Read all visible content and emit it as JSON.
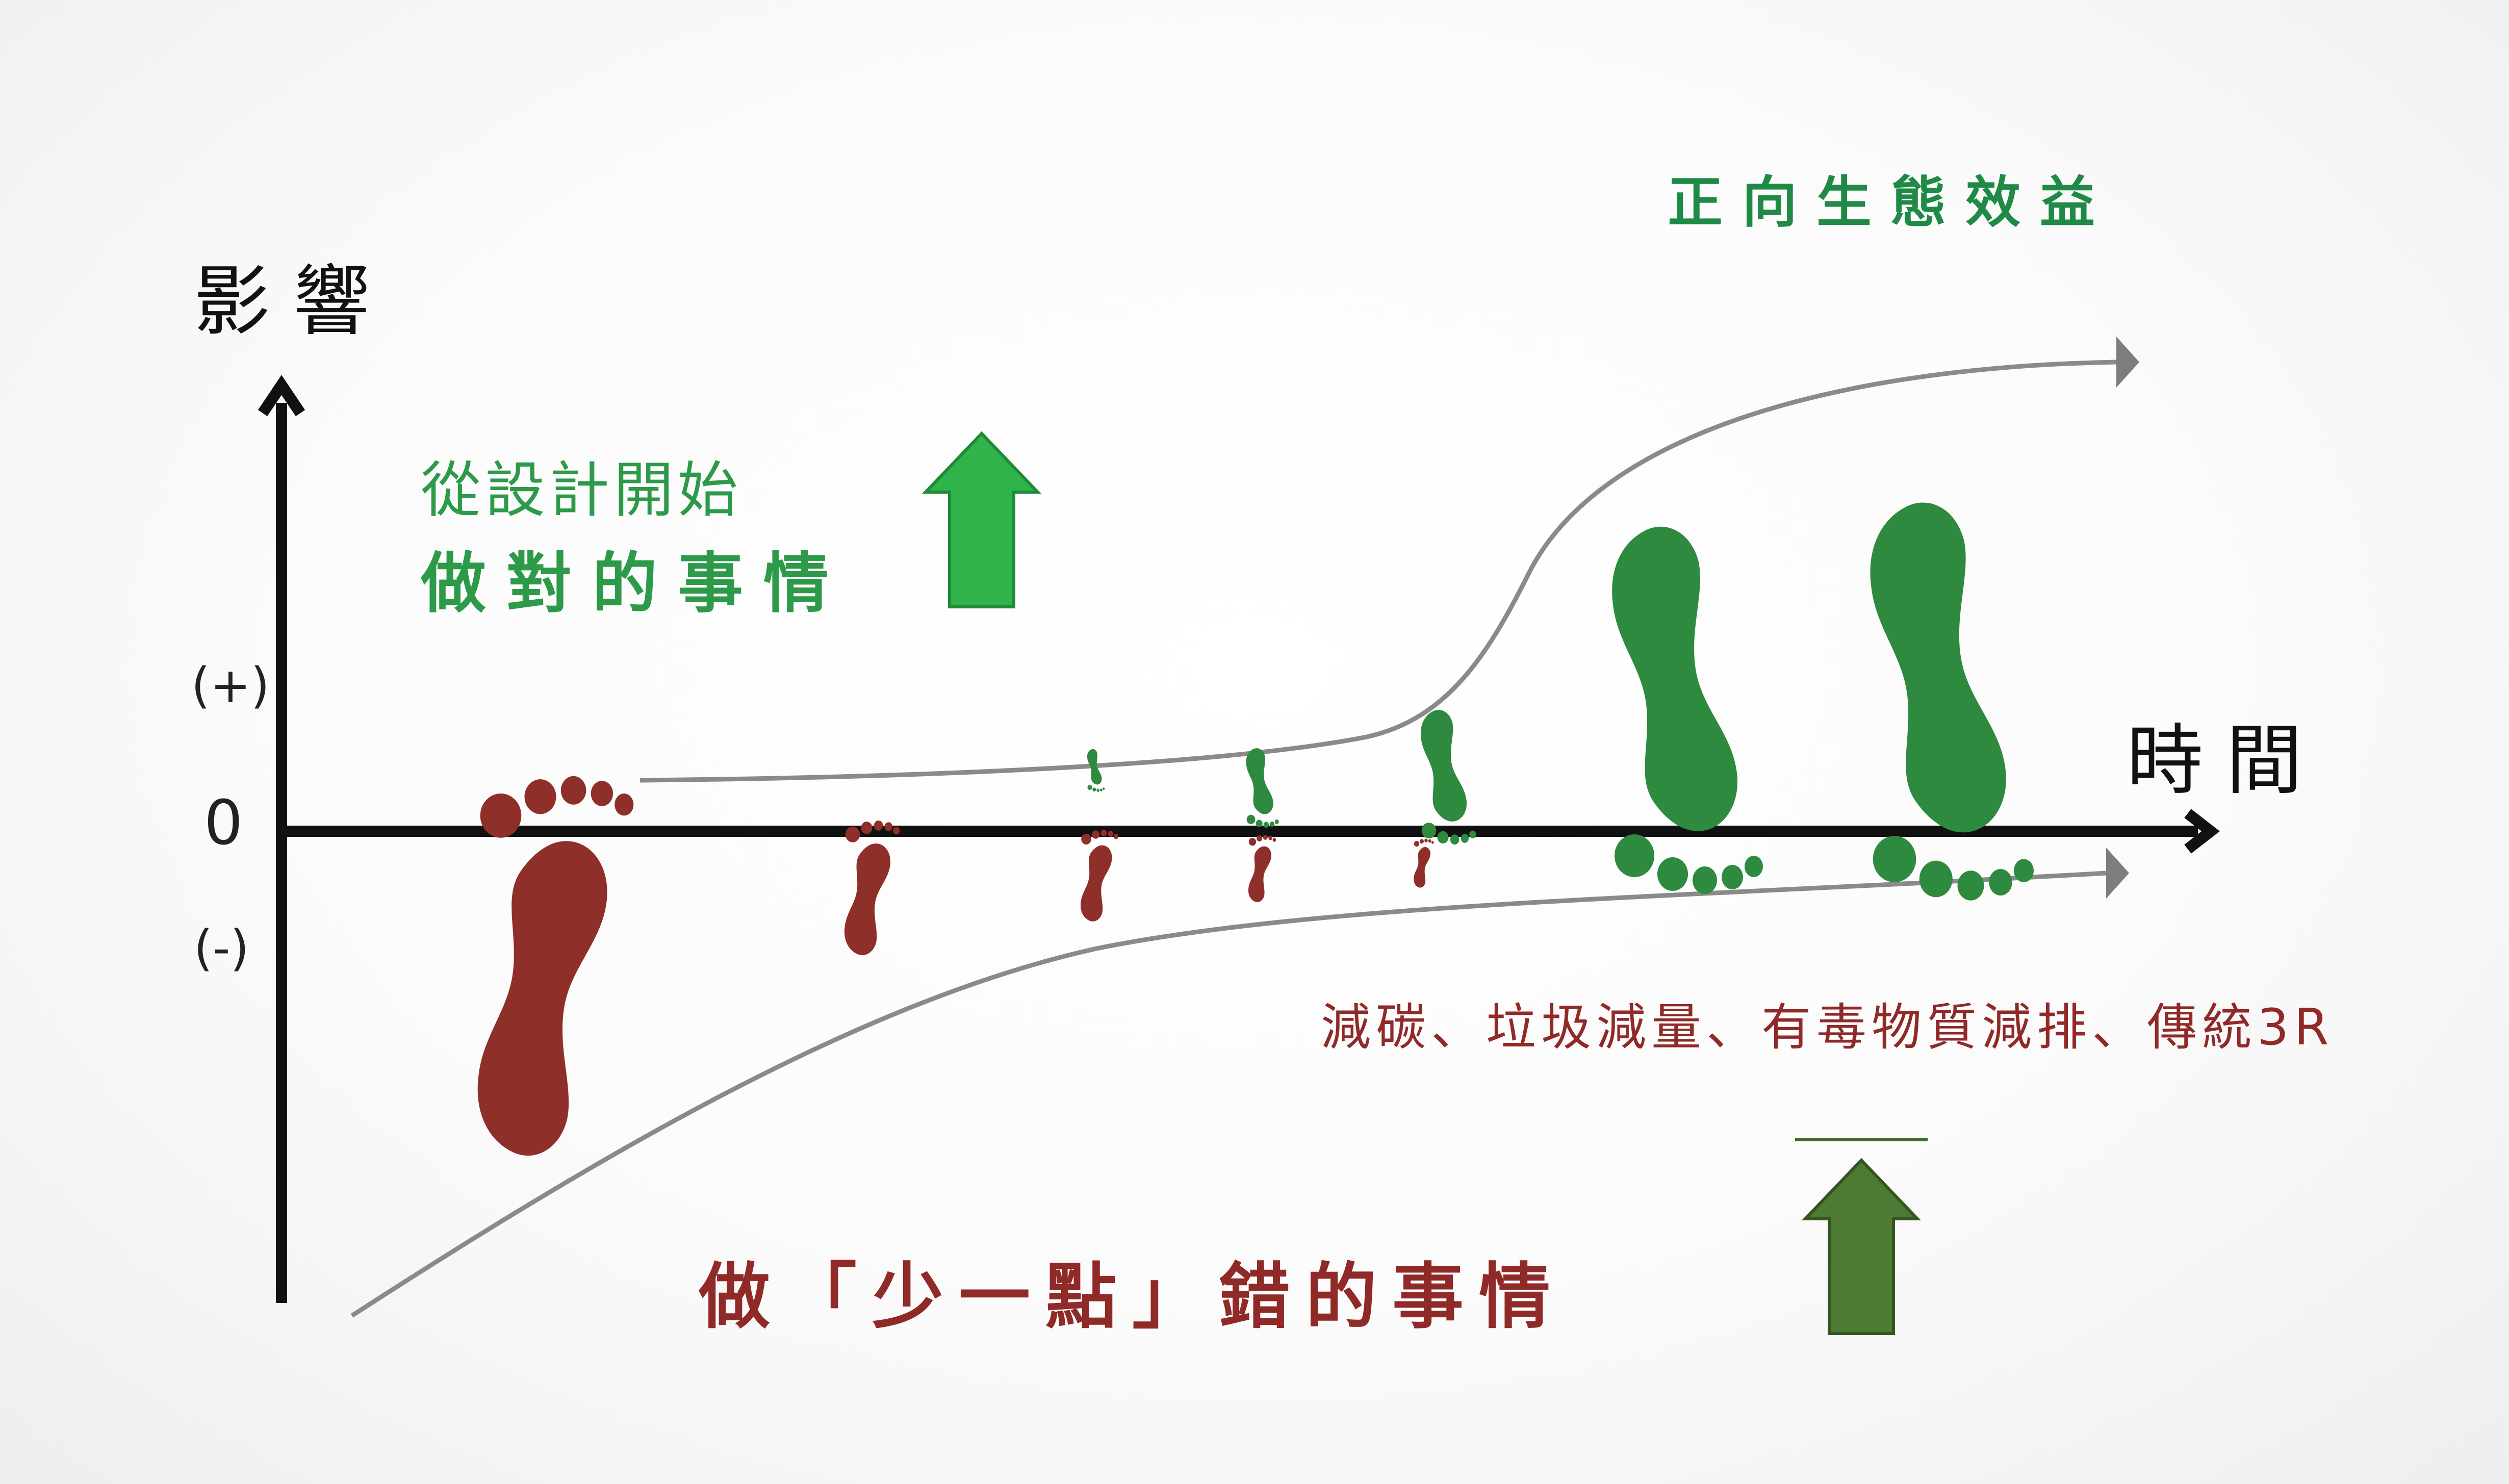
{
  "axes": {
    "y_title": "影響",
    "x_title": "時間",
    "ticks": {
      "plus": "(+)",
      "zero": "0",
      "minus": "(-)"
    }
  },
  "positive": {
    "line1": "從設計開始",
    "line2": "做對的事情",
    "result": "正向生態效益",
    "arrow_color": "#2fb34a",
    "footprint_color": "#2e8a3e",
    "text_color": "#2d9a4a"
  },
  "negative": {
    "result": "減碳、垃圾減量、有毒物質減排、傳統3R",
    "slogan": "做「少一點」錯的事情",
    "arrow_color": "#4e7a34",
    "footprint_color": "#8f2f2a",
    "text_color": "#8f2a28"
  },
  "icons": [
    "up-arrow-icon",
    "footprint-icon"
  ]
}
